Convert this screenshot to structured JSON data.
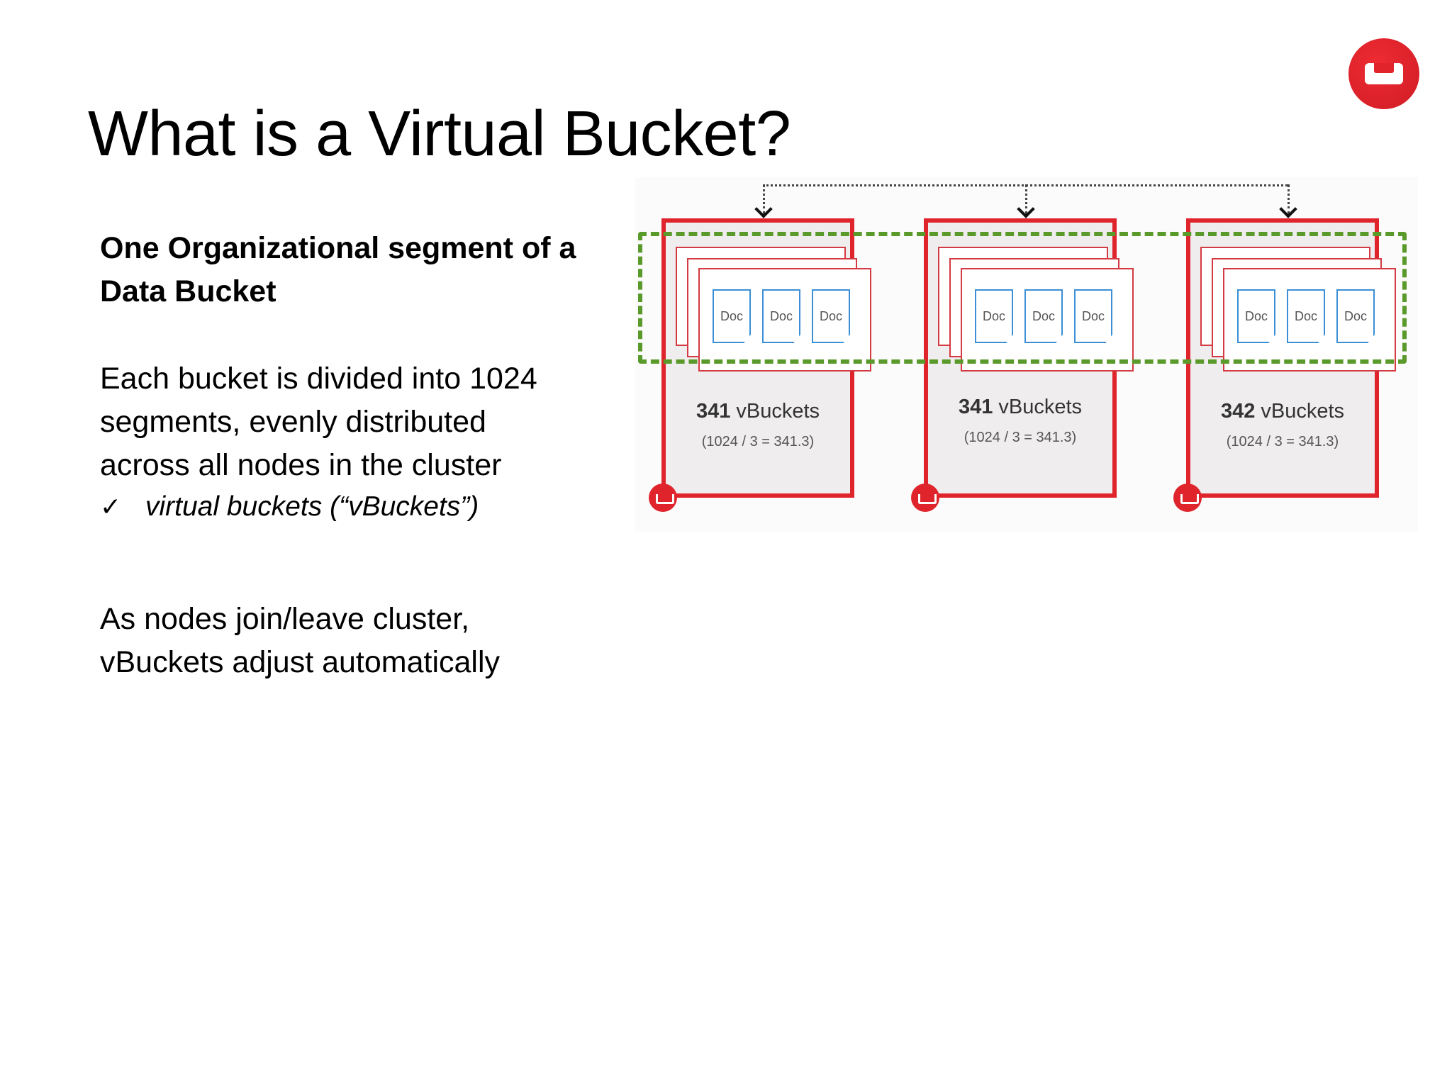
{
  "slide": {
    "title": "What is a Virtual Bucket?",
    "logo": "couchbase-logo",
    "heading_line1": "One Organizational segment of a",
    "heading_line2": "Data Bucket",
    "para1": [
      "Each bucket is divided into 1024",
      "segments, evenly distributed",
      "across all nodes in the cluster"
    ],
    "bullet": {
      "icon": "✓",
      "text": "virtual buckets (“vBuckets”)"
    },
    "para2": [
      "As nodes join/leave cluster,",
      "vBuckets adjust automatically"
    ]
  },
  "diagram": {
    "colors": {
      "node_border": "#e0242c",
      "group_dash": "#5a9a2a",
      "doc_border": "#3b8fd6"
    },
    "nodes": [
      {
        "count": "341",
        "label": " vBuckets",
        "formula": "(1024 / 3 = 341.3)",
        "docs": [
          "Doc",
          "Doc",
          "Doc"
        ]
      },
      {
        "count": "341",
        "label": " vBuckets",
        "formula": "(1024 / 3 = 341.3)",
        "docs": [
          "Doc",
          "Doc",
          "Doc"
        ]
      },
      {
        "count": "342",
        "label": " vBuckets",
        "formula": "(1024 / 3 = 341.3)",
        "docs": [
          "Doc",
          "Doc",
          "Doc"
        ]
      }
    ]
  }
}
